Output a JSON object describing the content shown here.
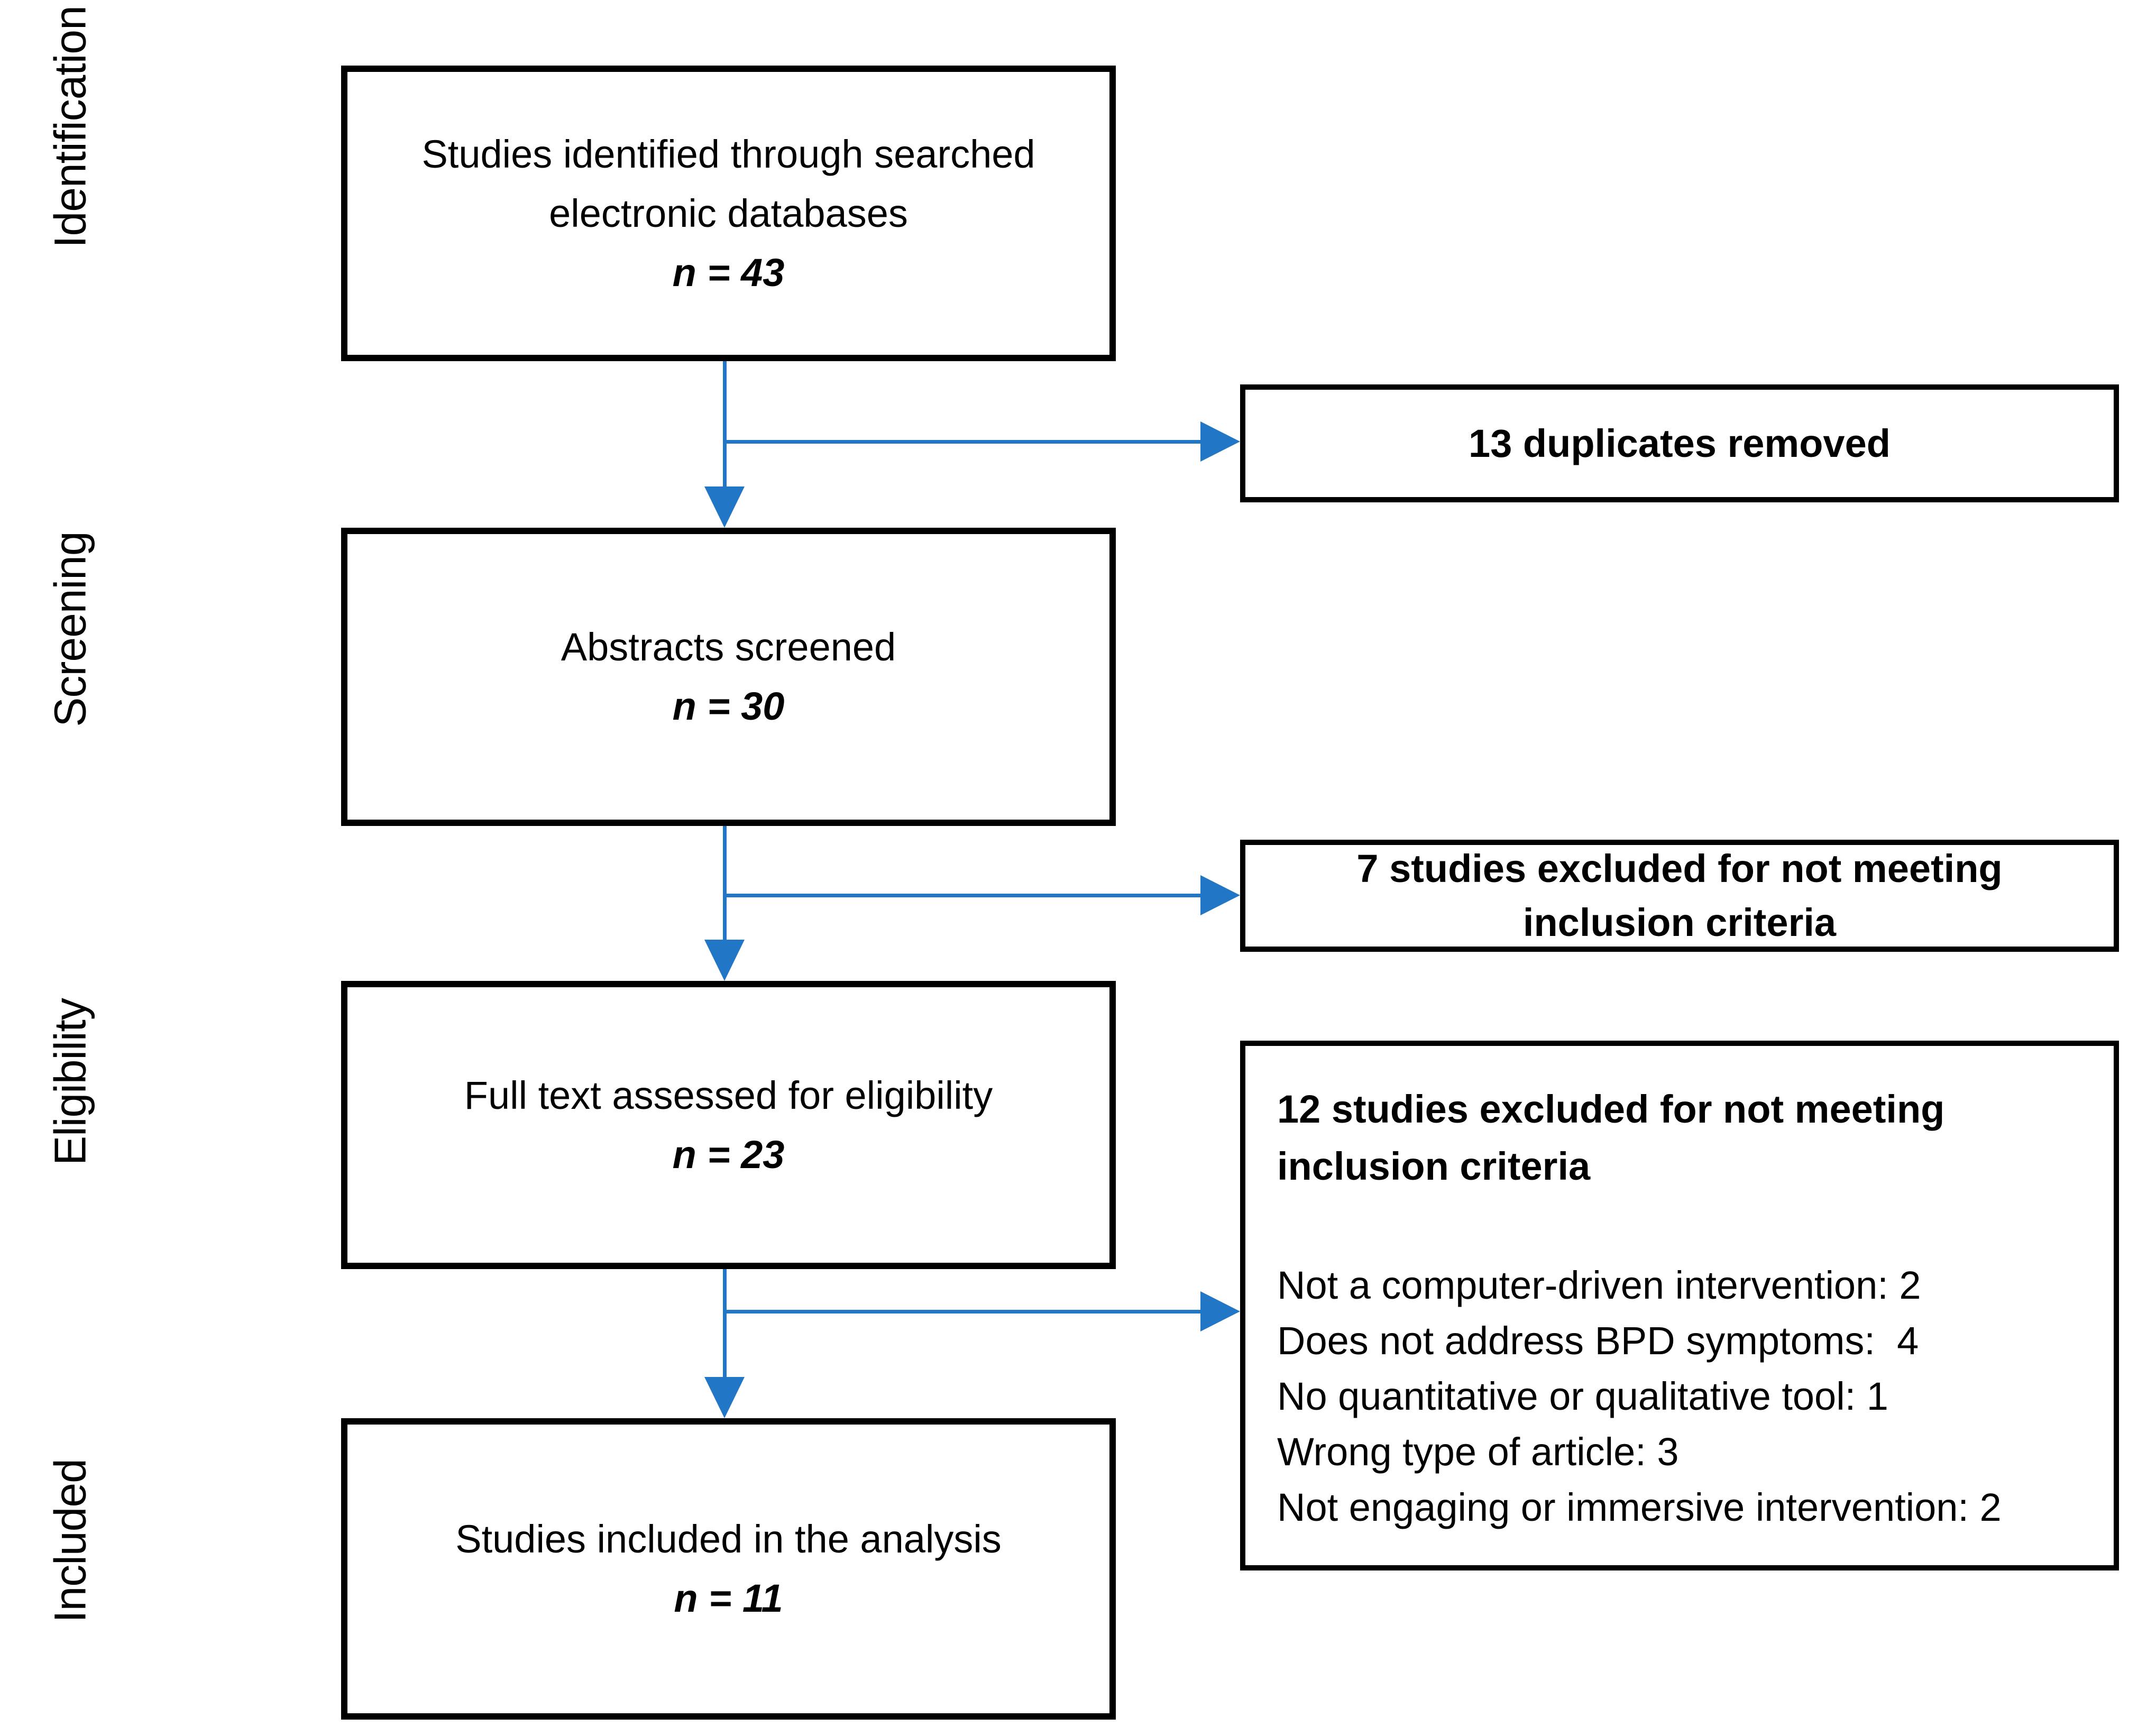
{
  "diagram": {
    "type": "prisma-flow",
    "colors": {
      "arrow": "#2176C5",
      "box_border": "#000000",
      "background": "#FFFFFF",
      "text": "#000000"
    },
    "stages": [
      {
        "label": "Identification"
      },
      {
        "label": "Screening"
      },
      {
        "label": "Eligibility"
      },
      {
        "label": "Included"
      }
    ],
    "flow_boxes": [
      {
        "line1": "Studies identified through searched",
        "line2": "electronic databases",
        "n": "n = 43"
      },
      {
        "line1": "Abstracts screened",
        "line2": "",
        "n": "n = 30"
      },
      {
        "line1": "Full text assessed for eligibility",
        "line2": "",
        "n": "n = 23"
      },
      {
        "line1": "Studies included in the analysis",
        "line2": "",
        "n": "n = 11"
      }
    ],
    "side_boxes": [
      {
        "text": "13 duplicates removed"
      },
      {
        "text": "7 studies excluded for not meeting inclusion criteria"
      },
      {
        "heading": "12 studies excluded for not meeting inclusion criteria",
        "items": [
          "Not a computer-driven intervention: 2",
          "Does not address BPD symptoms:  4",
          "No quantitative or qualitative tool: 1",
          "Wrong type of article: 3",
          "Not engaging or immersive intervention: 2"
        ]
      }
    ]
  }
}
